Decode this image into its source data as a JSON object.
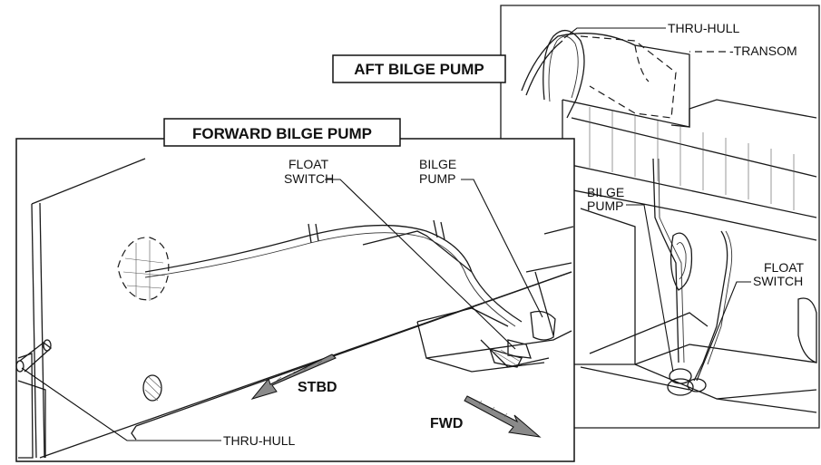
{
  "aft_panel": {
    "title": "AFT BILGE PUMP",
    "labels": {
      "thru_hull": "THRU-HULL",
      "transom": "-TRANSOM",
      "bilge_pump_line1": "BILGE",
      "bilge_pump_line2": "PUMP",
      "float_switch_line1": "FLOAT",
      "float_switch_line2": "SWITCH"
    }
  },
  "forward_panel": {
    "title": "FORWARD BILGE PUMP",
    "labels": {
      "float_switch_line1": "FLOAT",
      "float_switch_line2": "SWITCH",
      "bilge_pump_line1": "BILGE",
      "bilge_pump_line2": "PUMP",
      "thru_hull": "THRU-HULL"
    },
    "directions": {
      "stbd": "STBD",
      "fwd": "FWD"
    }
  }
}
